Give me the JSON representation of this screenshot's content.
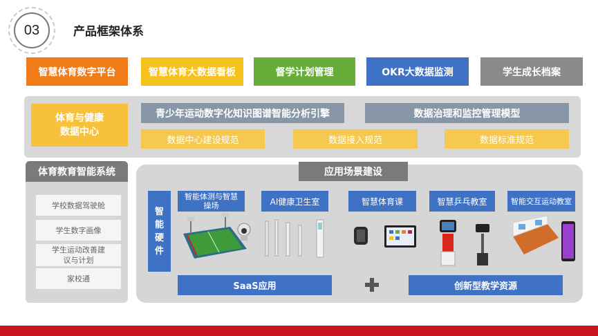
{
  "header": {
    "number": "03",
    "title": "产品框架体系"
  },
  "top_row": [
    {
      "label": "智慧体育数字平台",
      "color": "#f07c1a"
    },
    {
      "label": "智慧体育大数据看板",
      "color": "#f7c11b"
    },
    {
      "label": "督学计划管理",
      "color": "#67ad3a"
    },
    {
      "label": "OKR大数据监测",
      "color": "#3f72c4"
    },
    {
      "label": "学生成长档案",
      "color": "#8a8a8a"
    }
  ],
  "data_center": {
    "title": "体育与健康数据中心",
    "engine": "青少年运动数字化知识图谱智能分析引擎",
    "model": "数据治理和监控管理模型",
    "specs": [
      "数据中心建设规范",
      "数据接入规范",
      "数据标准规范"
    ]
  },
  "system": {
    "title": "体育教育智能系统",
    "items": [
      "学校数据驾驶舱",
      "学生数字画像",
      "学生运动改善建议与计划",
      "家校通"
    ]
  },
  "scenario": {
    "title": "应用场景建设",
    "hardware_label": "智能硬件",
    "cards": [
      "智能体测与智慧操场",
      "AI健康卫生室",
      "智慧体育课",
      "智慧乒乓教室",
      "智能交互运动教室"
    ],
    "saas_label": "SaaS应用",
    "resource_label": "创新型教学资源"
  }
}
